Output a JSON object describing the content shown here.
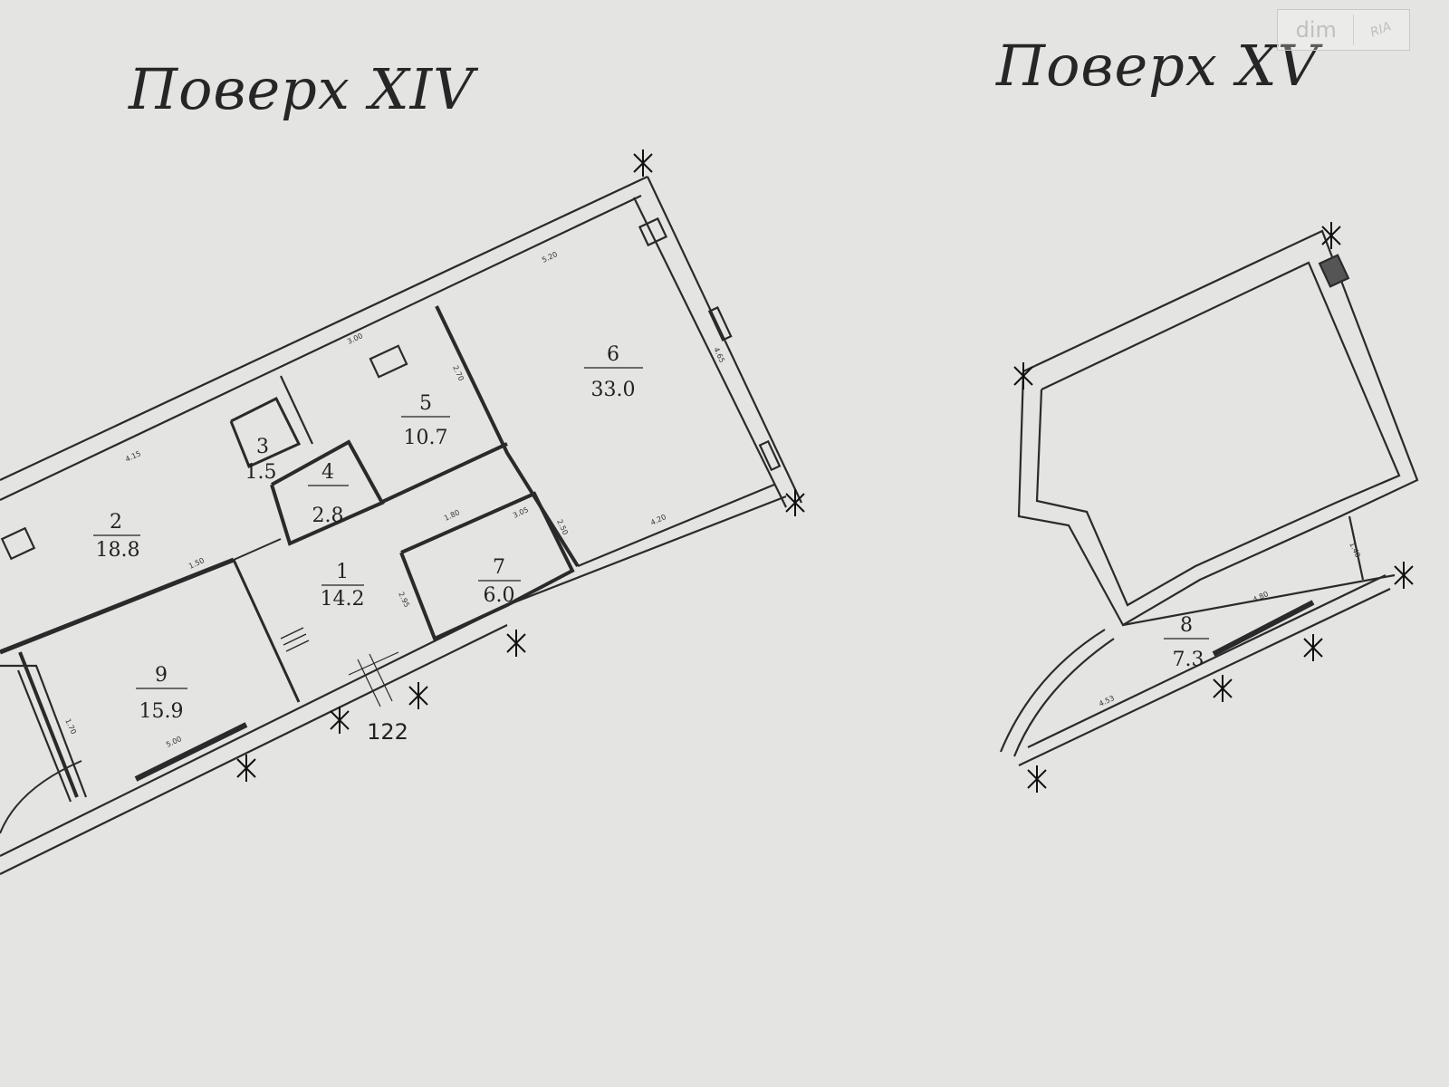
{
  "titles": {
    "floor_14": "Поверх XIV",
    "floor_15": "Поверх XV"
  },
  "watermark": {
    "left": "dim",
    "right": "RIA"
  },
  "floor_14": {
    "rooms": [
      {
        "id": "room-1",
        "number": "1",
        "area": "14.2"
      },
      {
        "id": "room-2",
        "number": "2",
        "area": "18.8"
      },
      {
        "id": "room-3",
        "number": "3",
        "area": "1.5"
      },
      {
        "id": "room-4",
        "number": "4",
        "area": "2.8"
      },
      {
        "id": "room-5",
        "number": "5",
        "area": "10.7"
      },
      {
        "id": "room-6",
        "number": "6",
        "area": "33.0"
      },
      {
        "id": "room-7",
        "number": "7",
        "area": "6.0"
      },
      {
        "id": "room-9",
        "number": "9",
        "area": "15.9"
      }
    ],
    "elevation_mark": "122",
    "dimensions": [
      "5.20",
      "3.00",
      "4.15",
      "4.65",
      "2.70",
      "4.20",
      "1.80",
      "3.05",
      "2.50",
      "5.00",
      "1.70",
      "2.95",
      "1.50"
    ]
  },
  "floor_15": {
    "rooms": [
      {
        "id": "room-8",
        "number": "8",
        "area": "7.3"
      }
    ],
    "dimensions": [
      "4.80",
      "4.53",
      "1.40"
    ]
  },
  "colors": {
    "background": "#e4e4e2",
    "lines": "#2a2a2a"
  }
}
